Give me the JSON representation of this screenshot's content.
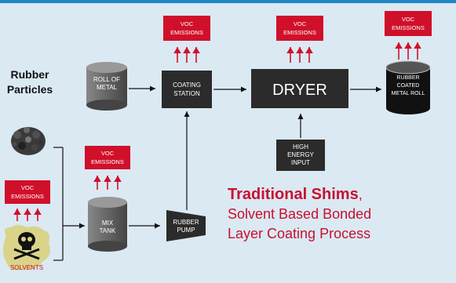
{
  "title": {
    "bold": "Traditional Shims",
    "comma": ",",
    "line2": "Solvent Based Bonded",
    "line3": "Layer Coating Process"
  },
  "rubber_particles": {
    "line1": "Rubber",
    "line2": "Particles"
  },
  "voc": {
    "line1": "VOC",
    "line2": "EMISSIONS"
  },
  "solvents": "SOLVENTS",
  "nodes": {
    "roll_of_metal": [
      "ROLL OF",
      "METAL"
    ],
    "coating_station": [
      "COATING",
      "STATION"
    ],
    "dryer": "DRYER",
    "rubber_coated_roll": [
      "RUBBER",
      "COATED",
      "METAL ROLL"
    ],
    "high_energy": [
      "HIGH",
      "ENERGY",
      "INPUT"
    ],
    "mix_tank": [
      "MIX",
      "TANK"
    ],
    "rubber_pump": [
      "RUBBER",
      "PUMP"
    ]
  },
  "colors": {
    "background": "#dbe9f3",
    "accent_bar": "#1e86c4",
    "voc_red": "#d0102a",
    "title_red": "#c8102e",
    "node_dark": "#2b2b2b",
    "solvent_green": "#d9d48a"
  }
}
